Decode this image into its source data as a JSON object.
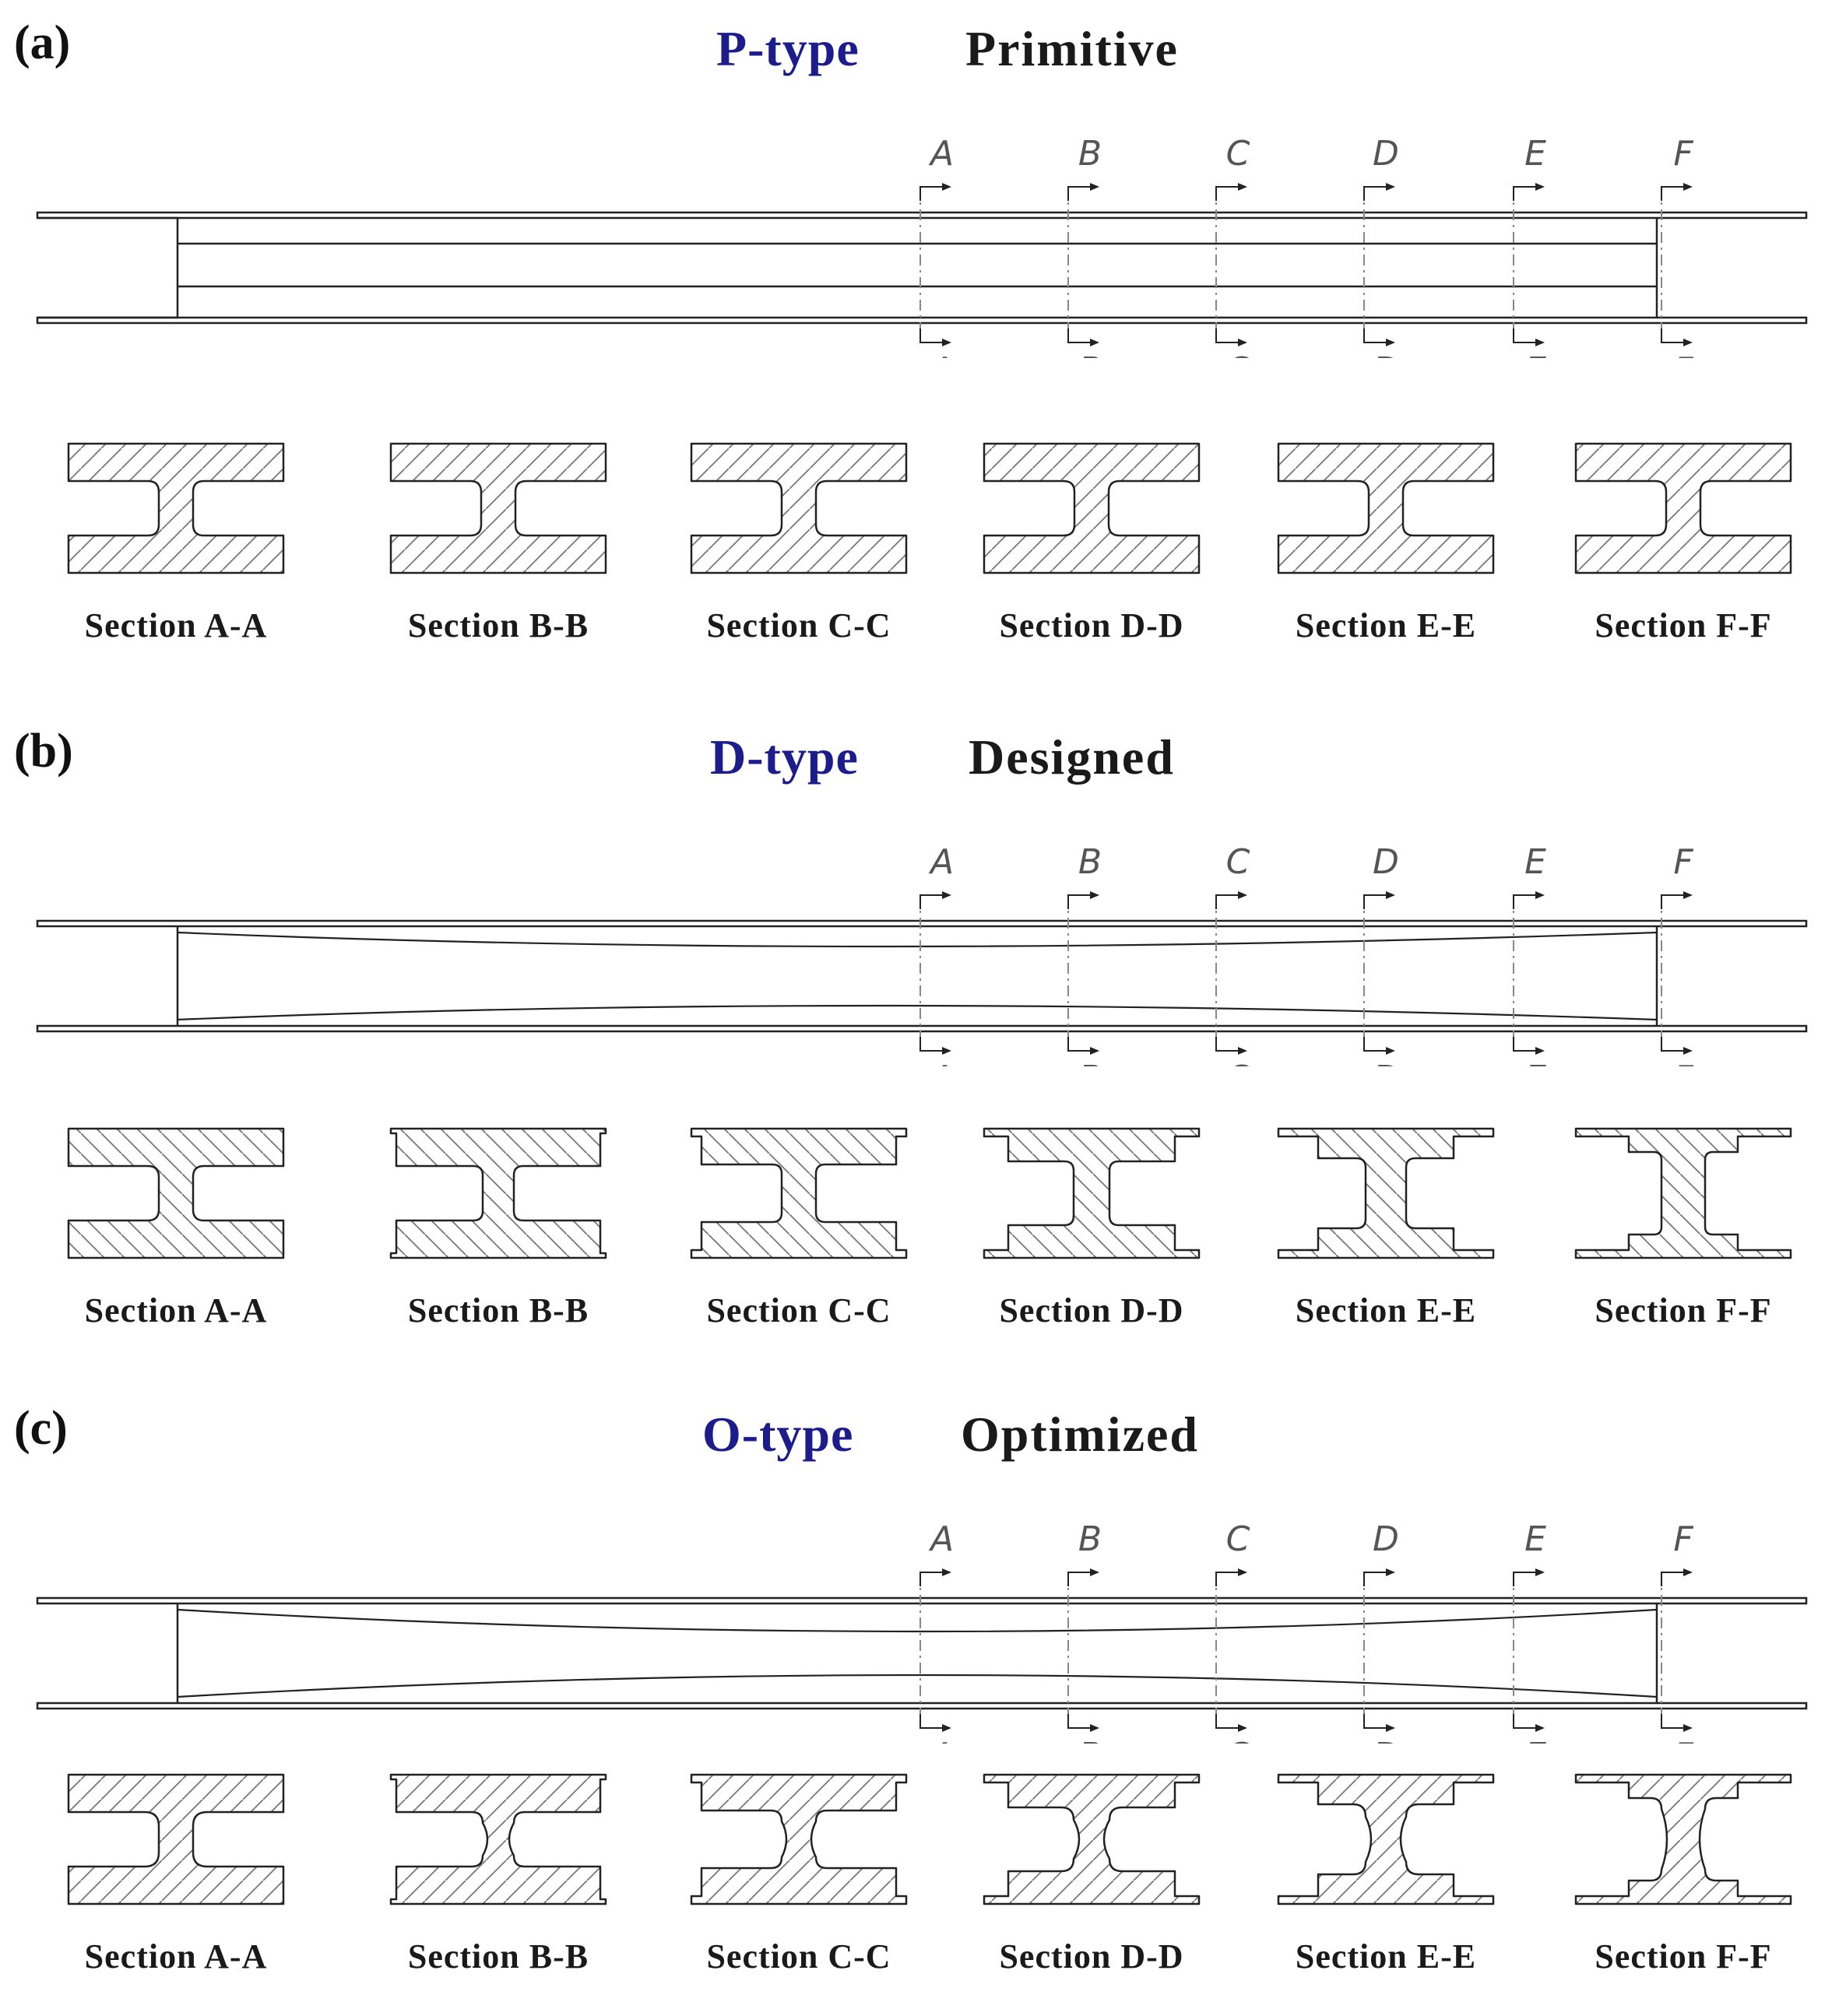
{
  "panels": [
    {
      "id": "a",
      "label": "(a)",
      "type_name": "P-type",
      "type_desc": "Primitive",
      "profile": "straight",
      "cut_letters": [
        "A",
        "B",
        "C",
        "D",
        "E",
        "F"
      ],
      "section_labels": [
        "Section A-A",
        "Section B-B",
        "Section C-C",
        "Section D-D",
        "Section E-E",
        "Section F-F"
      ],
      "section_style": "primitive"
    },
    {
      "id": "b",
      "label": "(b)",
      "type_name": "D-type",
      "type_desc": "Designed",
      "profile": "tapered",
      "cut_letters": [
        "A",
        "B",
        "C",
        "D",
        "E",
        "F"
      ],
      "section_labels": [
        "Section A-A",
        "Section B-B",
        "Section C-C",
        "Section D-D",
        "Section E-E",
        "Section F-F"
      ],
      "section_style": "designed"
    },
    {
      "id": "c",
      "label": "(c)",
      "type_name": "O-type",
      "type_desc": "Optimized",
      "profile": "tapered",
      "cut_letters": [
        "A",
        "B",
        "C",
        "D",
        "E",
        "F"
      ],
      "section_labels": [
        "Section A-A",
        "Section B-B",
        "Section C-C",
        "Section D-D",
        "Section E-E",
        "Section F-F"
      ],
      "section_style": "optimized"
    }
  ],
  "colors": {
    "type_name": "#1c1c8c",
    "line": "#222222",
    "hatch": "#777777",
    "cut_line": "#888888"
  }
}
